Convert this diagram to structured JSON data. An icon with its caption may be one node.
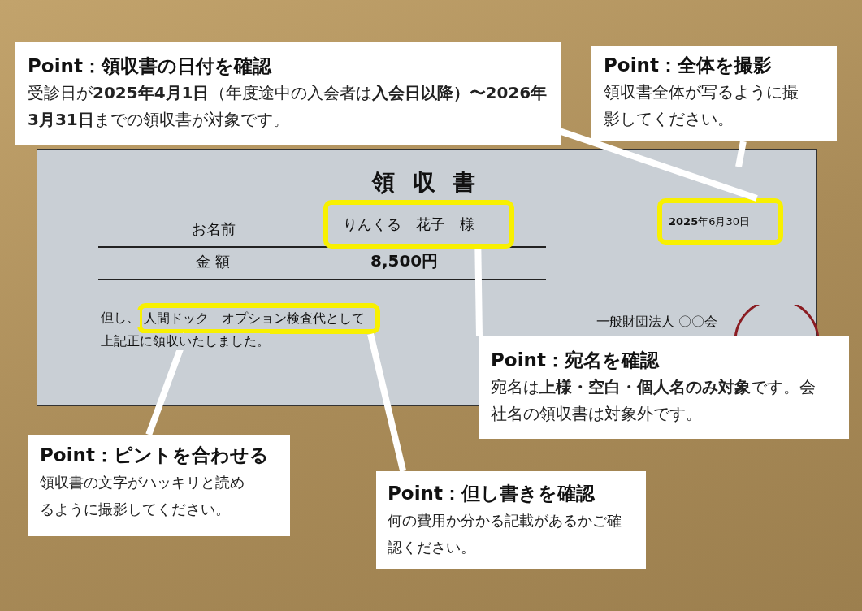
{
  "diagram": {
    "nodes": [
      {
        "text": [
          "Point：領収書の日付を確認",
          "受診日が**2025年4月1日**（年度途中の入会者は**入会日以降）〜2026年3月31日**までの領収書が対象です。"
        ]
      },
      {
        "text": [
          "Point：全体を撮影",
          "領収書全体が写るように撮影してください。"
        ]
      },
      {
        "text": [
          "領 収 書",
          "お名前",
          "金 額",
          "8,500円",
          "但し、",
          "上記正に領収いたしました。",
          "一般財団法人 〇〇会"
        ]
      },
      {
        "text": [
          "りんくる　花子　様"
        ],
        "in": 2
      },
      {
        "text": [
          "**2025**年6月30日"
        ],
        "in": 2
      },
      {
        "text": [
          "人間ドック　オプション検査代として"
        ],
        "in": 2
      },
      {
        "text": [
          "Point：宛名を確認",
          "宛名は**上様・空白・個人名のみ対象**です。会社名の領収書は対象外です。"
        ]
      },
      {
        "text": [
          "Point：ピントを合わせる",
          "領収書の文字がハッキリと読めるように撮影してください。"
        ]
      },
      {
        "text": [
          "Point：但し書きを確認",
          "何の費用か分かる記載があるかご確認ください。"
        ]
      }
    ],
    "edges": [
      {
        "from": 0,
        "to": 4,
        "arrow": "none"
      },
      {
        "from": 1,
        "to": 2,
        "arrow": "none"
      },
      {
        "from": 6,
        "to": 3,
        "arrow": "none"
      },
      {
        "from": 7,
        "to": 5,
        "arrow": "none"
      },
      {
        "from": 8,
        "to": 5,
        "arrow": "none"
      }
    ]
  }
}
